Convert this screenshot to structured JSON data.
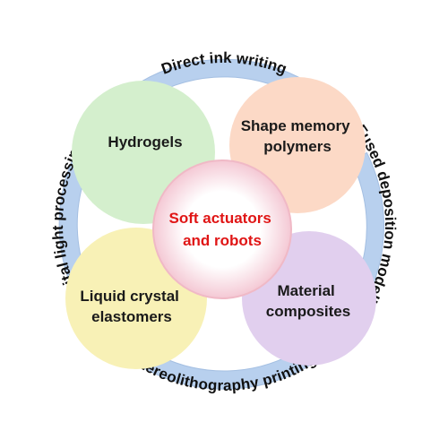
{
  "colors": {
    "ring_fill": "#b8d0ee",
    "ring_stroke": "#a4bfe2",
    "ring_text": "#111111",
    "petal_text": "#1a1a1a",
    "center_text": "#e01515",
    "center_fill_inner": "#ffffff",
    "center_fill_outer": "#f4c8d4",
    "center_stroke": "#f0b9c6"
  },
  "ring_segments": [
    {
      "id": "top",
      "label": "Direct ink writing"
    },
    {
      "id": "right",
      "label": "Fused deposition modelling"
    },
    {
      "id": "bottom",
      "label": "Stereolithography printing"
    },
    {
      "id": "left",
      "label": "Digital light processing"
    }
  ],
  "petals": [
    {
      "id": "hydrogels",
      "lines": [
        "Hydrogels"
      ],
      "color": "#d4efcd"
    },
    {
      "id": "smp",
      "lines": [
        "Shape memory",
        "polymers"
      ],
      "color": "#fcd9c6"
    },
    {
      "id": "lce",
      "lines": [
        "Liquid crystal",
        "elastomers"
      ],
      "color": "#f8f1b6"
    },
    {
      "id": "composites",
      "lines": [
        "Material",
        "composites"
      ],
      "color": "#e1cfee"
    }
  ],
  "center": {
    "lines": [
      "Soft actuators",
      "and robots"
    ]
  }
}
